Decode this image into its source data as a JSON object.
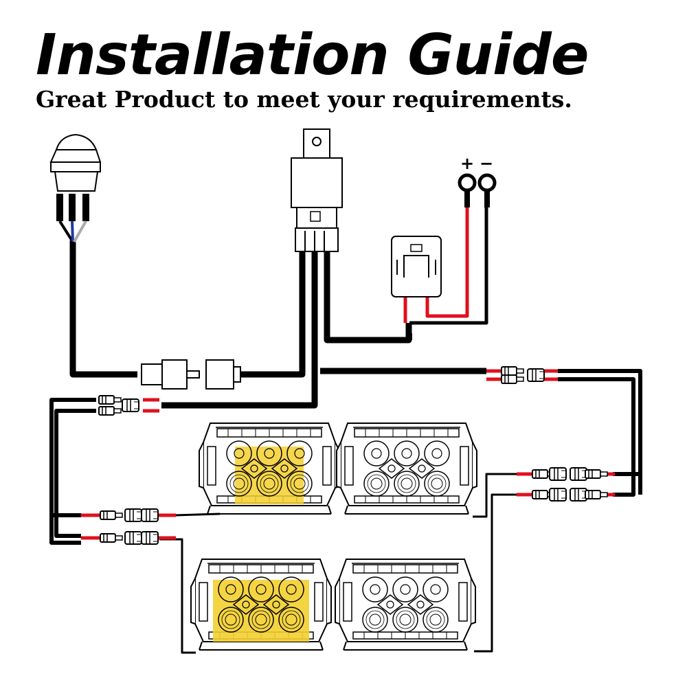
{
  "header": {
    "title": "Installation Guide",
    "subtitle": "Great Product to meet your requirements."
  },
  "battery": {
    "plus_label": "+",
    "minus_label": "−"
  },
  "colors": {
    "wire_main": "#000000",
    "wire_positive": "#e0101e",
    "wire_switch": "#1f3a9e",
    "wire_switch_gray": "#aaaaaa",
    "lens_amber": "#f3cf2e",
    "lens_white": "#ffffff"
  },
  "lights": [
    {
      "name": "light-top-left",
      "lens": "amber"
    },
    {
      "name": "light-top-right",
      "lens": "white"
    },
    {
      "name": "light-bottom-left",
      "lens": "amber"
    },
    {
      "name": "light-bottom-right",
      "lens": "white"
    }
  ]
}
